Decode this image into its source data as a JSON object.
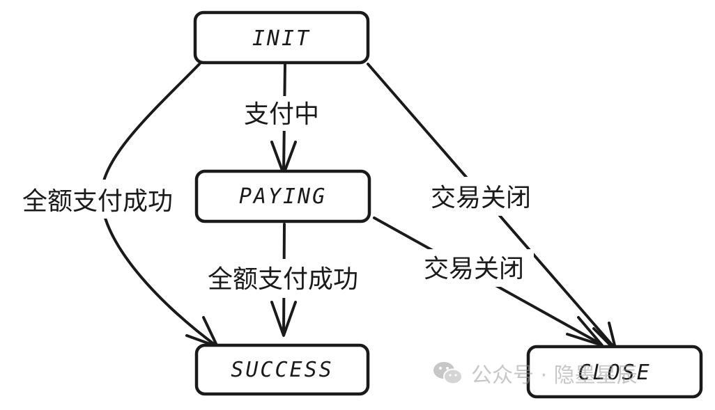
{
  "nodes": {
    "init": "INIT",
    "paying": "PAYING",
    "success": "SUCCESS",
    "close": "CLOSE"
  },
  "edges": {
    "init_to_paying": "支付中",
    "init_to_success": "全额支付成功",
    "init_to_close": "交易关闭",
    "paying_to_success": "全额支付成功",
    "paying_to_close": "交易关闭"
  },
  "watermark": {
    "icon": "wechat-icon",
    "text": "公众号 · 隐墨星辰"
  }
}
